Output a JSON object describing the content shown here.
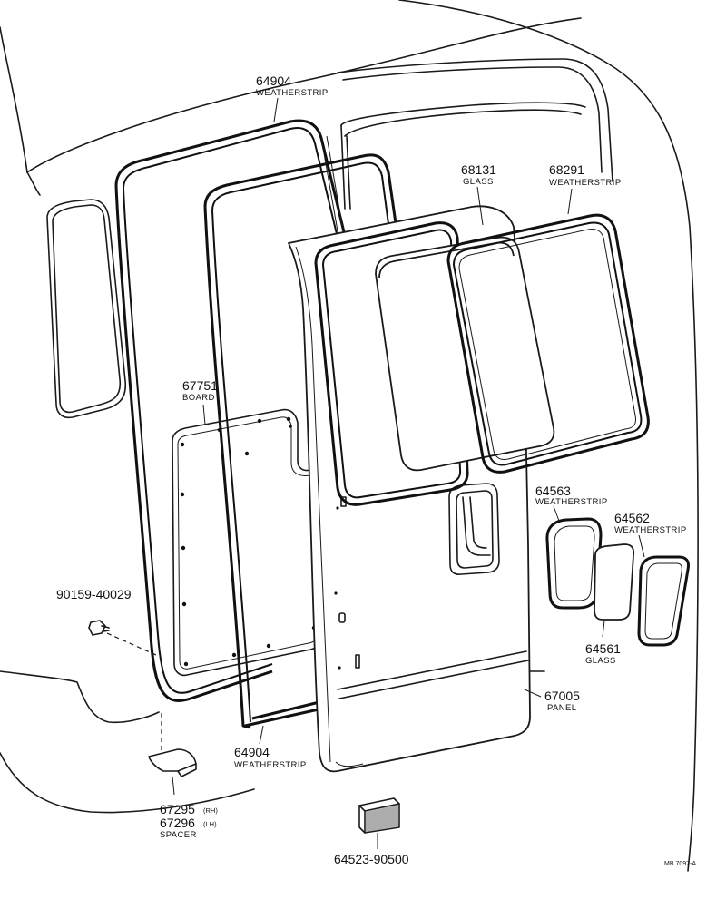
{
  "parts": {
    "weatherstrip_outer": {
      "number": "64904",
      "description": "WEATHERSTRIP"
    },
    "glass_main": {
      "number": "68131",
      "description": "GLASS"
    },
    "weatherstrip_glass": {
      "number": "68291",
      "description": "WEATHERSTRIP"
    },
    "board": {
      "number": "67751",
      "description": "BOARD"
    },
    "clip": {
      "number": "90159-40029"
    },
    "weatherstrip_small_a": {
      "number": "64563",
      "description": "WEATHERSTRIP"
    },
    "weatherstrip_small_b": {
      "number": "64562",
      "description": "WEATHERSTRIP"
    },
    "glass_small": {
      "number": "64561",
      "description": "GLASS"
    },
    "panel": {
      "number": "67005",
      "description": "PANEL"
    },
    "weatherstrip_lower": {
      "number": "64904",
      "description": "WEATHERSTRIP"
    },
    "spacer": {
      "number_rh": "67295",
      "rh": "(RH)",
      "number_lh": "67296",
      "lh": "(LH)",
      "description": "SPACER"
    },
    "block": {
      "number": "64523-90500"
    }
  },
  "drawing_code": "MB 7097-A"
}
